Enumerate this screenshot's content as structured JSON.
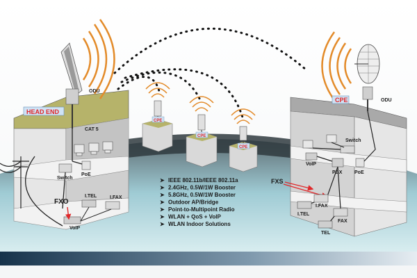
{
  "labels": {
    "head_end": "HEAD END",
    "cpe_main": "CPE",
    "odu_left": "ODU",
    "odu_right": "ODU",
    "cat5": "CAT 5",
    "switch_left": "Switch",
    "poe_left": "PoE",
    "itel_left": "I.TEL",
    "ifax_left": "I.FAX",
    "fxo": "FXO",
    "voip_left": "VoIP",
    "cpe_b1": "CPE",
    "cpe_b2": "CPE",
    "cpe_b3": "CPE",
    "switch_right": "Switch",
    "voip_right": "VoIP",
    "pbx": "PBX",
    "poe_right": "PoE",
    "fxs": "FXS",
    "ifax_right": "I.FAX",
    "fax_right": "FAX",
    "itel_right": "I.TEL",
    "tel_right": "TEL"
  },
  "features": [
    "IEEE 802.11b/IEEE 802.11a",
    "2.4GHz, 0.5W/1W Booster",
    "5.8GHz, 0.5W/1W Booster",
    "Outdoor AP/Bridge",
    "Point-to-Multipoint Radio",
    "WLAN + QoS + VoIP",
    "WLAN Indoor Solutions"
  ],
  "colors": {
    "label_box": "#cfe3f5",
    "red_label": "#e0282a",
    "ground": "#b9dfe6",
    "ground_dark": "#2f3a3e",
    "wall": "#d7d7d7",
    "roof_left": "#b6b36a",
    "roof_right": "#a9a9a9",
    "signal": "#e38b2a",
    "arrow": "#e0282a"
  }
}
